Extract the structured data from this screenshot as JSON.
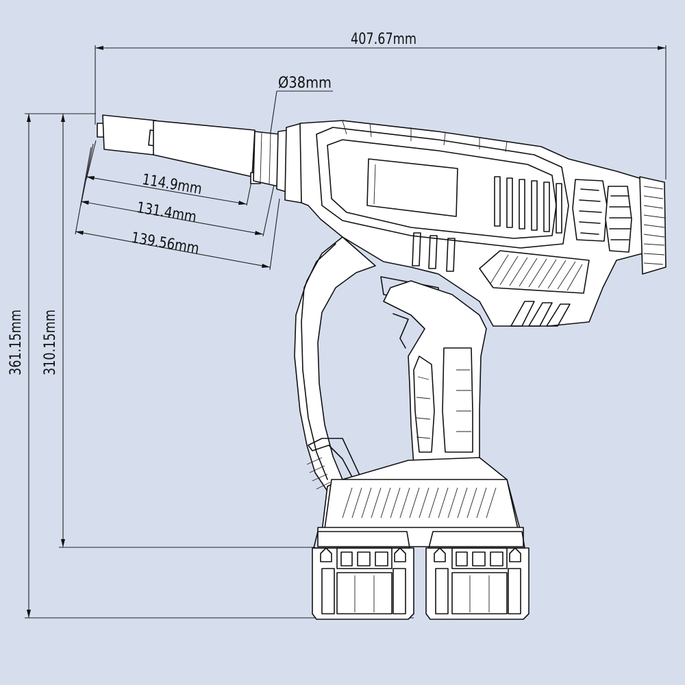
{
  "dimensions": {
    "overall_length": "407.67mm",
    "diameter": "Ø38mm",
    "shaft_length_1": "114.9mm",
    "shaft_length_2": "131.4mm",
    "shaft_length_3": "139.56mm",
    "total_height": "361.15mm",
    "height_to_battery": "310.15mm"
  },
  "colors": {
    "background": "#d6deee",
    "line": "#111111",
    "body": "#ffffff"
  }
}
